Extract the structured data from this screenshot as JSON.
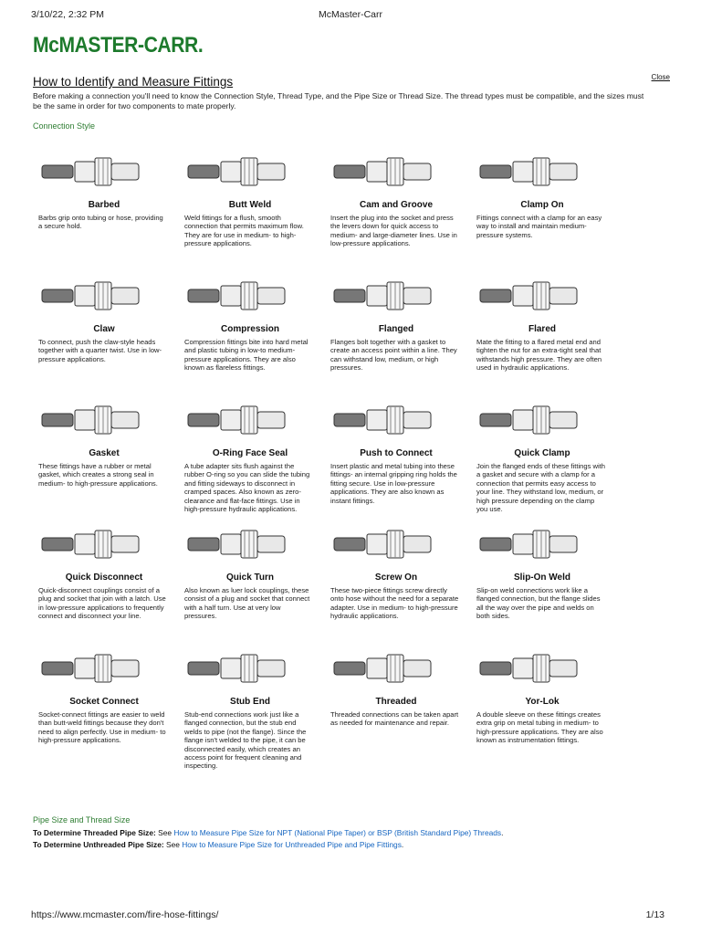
{
  "browser": {
    "timestamp": "3/10/22, 2:32 PM",
    "page_title": "McMaster-Carr",
    "url": "https://www.mcmaster.com/fire-hose-fittings/",
    "page_count": "1/13"
  },
  "brand": {
    "logo_text": "McMASTER-CARR",
    "logo_dot": "."
  },
  "article": {
    "title": "How to Identify and Measure Fittings",
    "close_label": "Close",
    "intro": "Before making a connection you'll need to know the Connection Style, Thread Type, and the Pipe Size or Thread Size. The thread types must be compatible, and the sizes must be the same in order for two components to mate properly."
  },
  "connection_style": {
    "heading": "Connection Style",
    "items": [
      {
        "name": "Barbed",
        "desc": "Barbs grip onto tubing or hose, providing a secure hold."
      },
      {
        "name": "Butt Weld",
        "desc": "Weld fittings for a flush, smooth connection that permits maximum flow. They are for use in medium- to high-pressure applications."
      },
      {
        "name": "Cam and Groove",
        "desc": "Insert the plug into the socket and press the levers down for quick access to medium- and large-diameter lines. Use in low-pressure applications."
      },
      {
        "name": "Clamp On",
        "desc": "Fittings connect with a clamp for an easy way to install and maintain medium-pressure systems."
      },
      {
        "name": "Claw",
        "desc": "To connect, push the claw-style heads together with a quarter twist. Use in low-pressure applications."
      },
      {
        "name": "Compression",
        "desc": "Compression fittings bite into hard metal and plastic tubing in low-to medium-pressure applications. They are also known as flareless fittings."
      },
      {
        "name": "Flanged",
        "desc": "Flanges bolt together with a gasket to create an access point within a line. They can withstand low, medium, or high pressures."
      },
      {
        "name": "Flared",
        "desc": "Mate the fitting to a flared metal end and tighten the nut for an extra-tight seal that withstands high pressure. They are often used in hydraulic applications."
      },
      {
        "name": "Gasket",
        "desc": "These fittings have a rubber or metal gasket, which creates a strong seal in medium- to high-pressure applications."
      },
      {
        "name": "O-Ring Face Seal",
        "desc": "A tube adapter sits flush against the rubber O-ring so you can slide the tubing and fitting sideways to disconnect in cramped spaces. Also known as zero-clearance and flat-face fittings. Use in high-pressure hydraulic applications."
      },
      {
        "name": "Push to Connect",
        "desc": "Insert plastic and metal tubing into these fittings- an internal gripping ring holds the fitting secure. Use in low-pressure applications. They are also known as instant fittings."
      },
      {
        "name": "Quick Clamp",
        "desc": "Join the flanged ends of these fittings with a gasket and secure with a clamp for a connection that permits easy access to your line. They withstand low, medium, or high pressure depending on the clamp you use."
      },
      {
        "name": "Quick Disconnect",
        "desc": "Quick-disconnect couplings consist of a plug and socket that join with a latch. Use in low-pressure applications to frequently connect and disconnect your line."
      },
      {
        "name": "Quick Turn",
        "desc": "Also known as luer lock couplings, these consist of a plug and socket that connect with a half turn. Use at very low pressures."
      },
      {
        "name": "Screw On",
        "desc": "These two-piece fittings screw directly onto hose without the need for a separate adapter. Use in medium- to high-pressure hydraulic applications."
      },
      {
        "name": "Slip-On Weld",
        "desc": "Slip-on weld connections work like a flanged connection, but the flange slides all the way over the pipe and welds on both sides."
      },
      {
        "name": "Socket Connect",
        "desc": "Socket-connect fittings are easier to weld than butt-weld fittings because they don't need to align perfectly. Use in medium- to high-pressure applications."
      },
      {
        "name": "Stub End",
        "desc": "Stub-end connections work just like a flanged connection, but the stub end welds to pipe (not the flange). Since the flange isn't welded to the pipe, it can be disconnected easily, which creates an access point for frequent cleaning and inspecting."
      },
      {
        "name": "Threaded",
        "desc": "Threaded connections can be taken apart as needed for maintenance and repair."
      },
      {
        "name": "Yor-Lok",
        "desc": "A double sleeve on these fittings creates extra grip on metal tubing in medium- to high-pressure applications. They are also known as instrumentation fittings."
      }
    ]
  },
  "pipe_size": {
    "heading": "Pipe Size and Thread Size",
    "lines": [
      {
        "label": "To Determine Threaded Pipe Size:",
        "pre": " See ",
        "link": "How to Measure Pipe Size for NPT (National Pipe Taper) or BSP (British Standard Pipe) Threads",
        "post": "."
      },
      {
        "label": "To Determine Unthreaded Pipe Size:",
        "pre": " See ",
        "link": "How to Measure Pipe Size for Unthreaded Pipe and Pipe Fittings",
        "post": "."
      }
    ]
  },
  "colors": {
    "brand_green": "#1d7a2c",
    "section_green": "#2e7d32",
    "link_blue": "#1565c0"
  }
}
